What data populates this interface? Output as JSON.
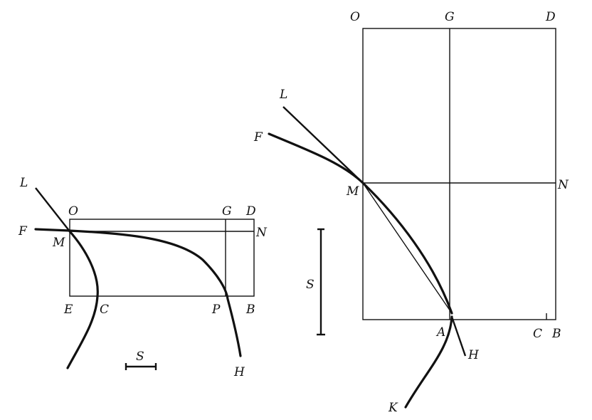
{
  "left_figure": {
    "labels": {
      "L": "L",
      "O": "O",
      "G": "G",
      "D": "D",
      "F": "F",
      "M": "M",
      "N": "N",
      "E": "E",
      "C": "C",
      "P": "P",
      "B": "B",
      "S": "S",
      "H": "H"
    }
  },
  "right_figure": {
    "labels": {
      "O": "O",
      "G": "G",
      "D": "D",
      "L": "L",
      "F": "F",
      "M": "M",
      "N": "N",
      "S": "S",
      "A": "A",
      "C": "C",
      "B": "B",
      "H": "H",
      "K": "K"
    }
  }
}
